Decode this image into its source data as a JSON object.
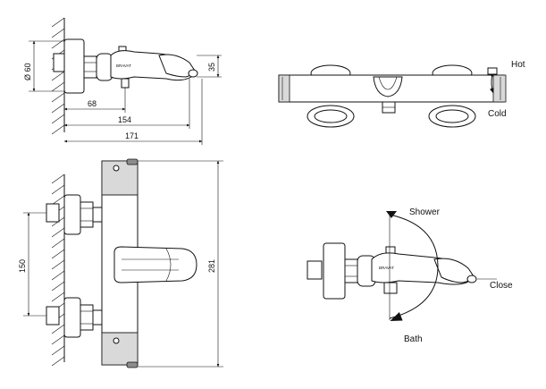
{
  "dimensions": {
    "diameter": "Ø 60",
    "d35": "35",
    "d68": "68",
    "d154": "154",
    "d171": "171",
    "d150": "150",
    "d281": "281"
  },
  "labels": {
    "hot": "Hot",
    "cold": "Cold",
    "shower": "Shower",
    "close": "Close",
    "bath": "Bath",
    "brand": "BRAVAT"
  }
}
